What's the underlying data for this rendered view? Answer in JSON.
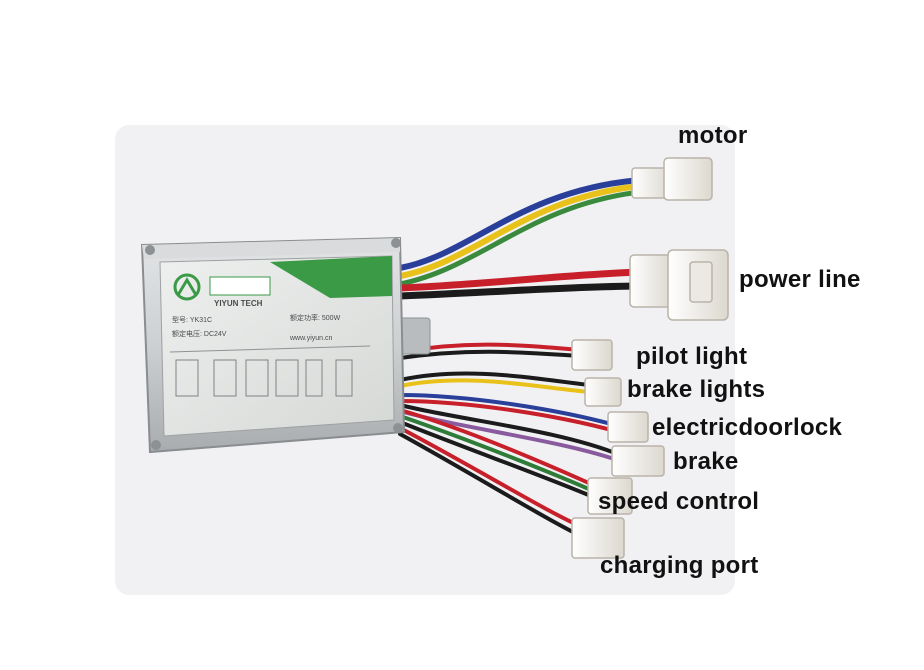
{
  "labels": {
    "motor": "motor",
    "power_line": "power line",
    "pilot_light": "pilot light",
    "brake_lights": "brake lights",
    "electric_door_lock": "electricdoorlock",
    "brake": "brake",
    "speed_control": "speed control",
    "charging_port": "charging port"
  },
  "controller": {
    "brand_en": "YIYUN TECH",
    "model": "型号: YK31C",
    "rated_voltage": "额定电压: DC24V",
    "rated_power": "额定功率: 500W",
    "website": "www.yiyun.cn"
  },
  "colors": {
    "background": "#ffffff",
    "backdrop": "#f1f1f3",
    "case": "#c7cacc",
    "label_stripe": "#3a9a46",
    "wire_red": "#c8202a",
    "wire_yellow": "#e8c21a",
    "wire_blue": "#2a3f9a",
    "wire_black": "#1b1b1b",
    "connector": "#f4f2ec"
  }
}
